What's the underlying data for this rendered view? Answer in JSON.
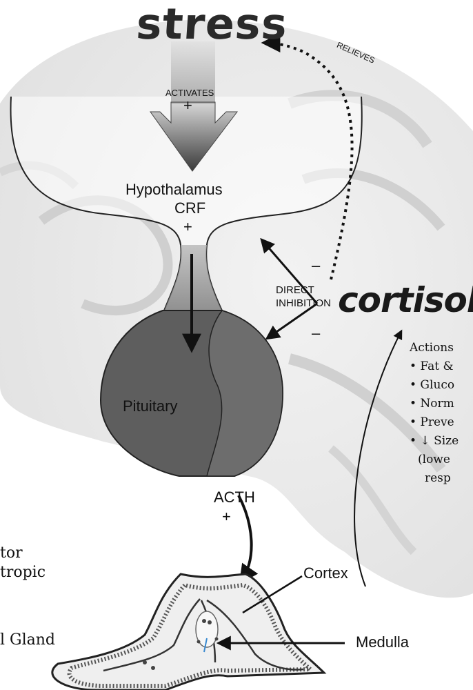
{
  "stress": {
    "title": "stress",
    "activates": "ACTIVATES",
    "plus": "+"
  },
  "relieves": "RELIEVES",
  "hypothalamus": {
    "name": "Hypothalamus",
    "hormone": "CRF",
    "plus": "+"
  },
  "inhibition": {
    "line1": "DIRECT",
    "line2": "INHIBITION",
    "minus_top": "–",
    "minus_bottom": "–"
  },
  "cortisol": "cortisol",
  "pituitary": "Pituitary",
  "acth": {
    "label": "ACTH",
    "plus": "+"
  },
  "adrenal": {
    "cortex": "Cortex",
    "medulla": "Medulla"
  },
  "actions": {
    "heading": "Actions",
    "items": [
      "• Fat &",
      "• Gluco",
      "• Norm",
      "• Preve",
      "• ↓ Size",
      "(lowe",
      "resp"
    ]
  },
  "left_text": {
    "line1": "tor",
    "line2": "tropic",
    "line3": "l Gland"
  },
  "colors": {
    "gland_dark": "#5e5e5e",
    "gland_light": "#8a8a8a",
    "text": "#111111",
    "brain_shading": "#e6e6e6"
  }
}
